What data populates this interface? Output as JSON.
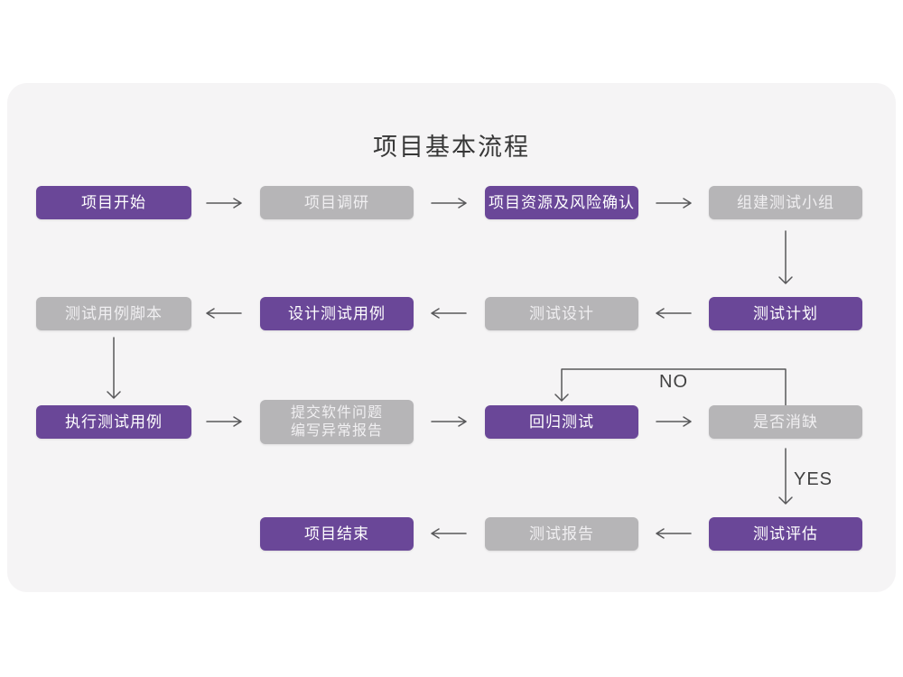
{
  "title": "项目基本流程",
  "colors": {
    "purple": "#6a4798",
    "gray": "#b6b5b7",
    "purple_text": "#ffffff",
    "gray_text": "#f0eff1",
    "card_bg": "#f5f4f5",
    "arrow": "#58585a",
    "title_color": "#373737",
    "label_color": "#414141"
  },
  "nodes": [
    {
      "id": "project-start",
      "label": "项目开始",
      "variant": "purple"
    },
    {
      "id": "project-research",
      "label": "项目调研",
      "variant": "gray"
    },
    {
      "id": "project-risk-confirm",
      "label": "项目资源及风险确认",
      "variant": "purple"
    },
    {
      "id": "build-test-team",
      "label": "组建测试小组",
      "variant": "gray"
    },
    {
      "id": "test-case-script",
      "label": "测试用例脚本",
      "variant": "gray"
    },
    {
      "id": "design-test-case",
      "label": "设计测试用例",
      "variant": "purple"
    },
    {
      "id": "test-design",
      "label": "测试设计",
      "variant": "gray"
    },
    {
      "id": "test-plan",
      "label": "测试计划",
      "variant": "purple"
    },
    {
      "id": "execute-test-case",
      "label": "执行测试用例",
      "variant": "purple"
    },
    {
      "id": "submit-issue-report",
      "label": "提交软件问题",
      "label2": "编写异常报告",
      "variant": "gray"
    },
    {
      "id": "regression-test",
      "label": "回归测试",
      "variant": "purple"
    },
    {
      "id": "defect-cleared",
      "label": "是否消缺",
      "variant": "gray"
    },
    {
      "id": "project-end",
      "label": "项目结束",
      "variant": "purple"
    },
    {
      "id": "test-report",
      "label": "测试报告",
      "variant": "gray"
    },
    {
      "id": "test-evaluate",
      "label": "测试评估",
      "variant": "purple"
    }
  ],
  "edge_labels": {
    "no": "NO",
    "yes": "YES"
  }
}
